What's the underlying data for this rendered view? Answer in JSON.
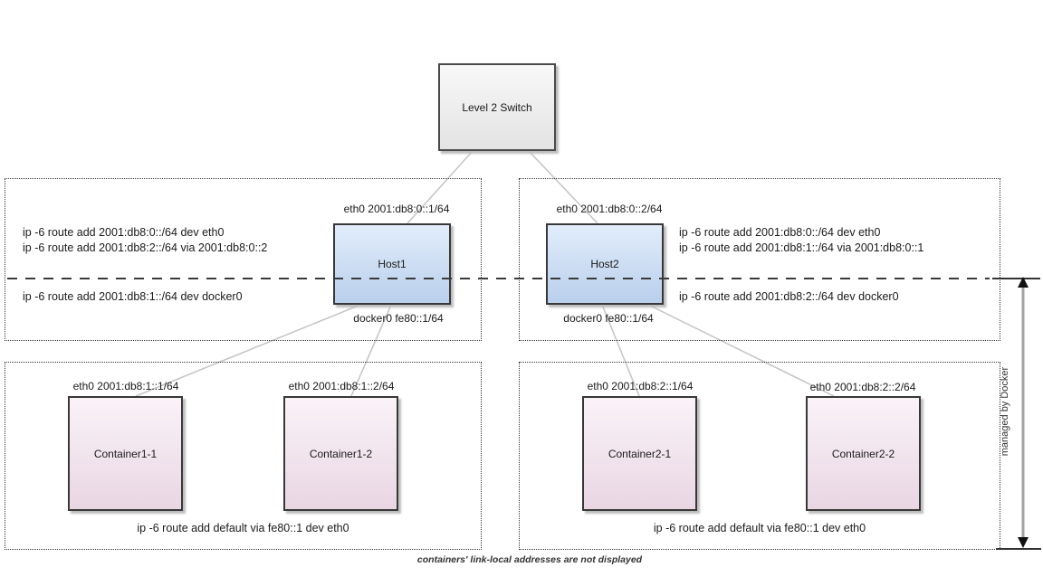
{
  "switch": {
    "label": "Level 2 Switch"
  },
  "hosts": [
    {
      "name": "Host1",
      "eth0": "eth0 2001:db8:0::1/64",
      "docker0": "docker0 fe80::1/64",
      "route_eth_1": "ip -6 route add 2001:db8:0::/64 dev eth0",
      "route_eth_2": "ip -6 route add 2001:db8:2::/64 via 2001:db8:0::2",
      "route_docker": "ip -6 route add 2001:db8:1::/64 dev docker0"
    },
    {
      "name": "Host2",
      "eth0": "eth0 2001:db8:0::2/64",
      "docker0": "docker0 fe80::1/64",
      "route_eth_1": "ip -6 route add 2001:db8:0::/64 dev eth0",
      "route_eth_2": "ip -6 route add 2001:db8:1::/64 via 2001:db8:0::1",
      "route_docker": "ip -6 route add 2001:db8:2::/64 dev docker0"
    }
  ],
  "containers": [
    {
      "name": "Container1-1",
      "eth0": "eth0 2001:db8:1::1/64"
    },
    {
      "name": "Container1-2",
      "eth0": "eth0 2001:db8:1::2/64"
    },
    {
      "name": "Container2-1",
      "eth0": "eth0 2001:db8:2::1/64"
    },
    {
      "name": "Container2-2",
      "eth0": "eth0 2001:db8:2::2/64"
    }
  ],
  "groups": [
    {
      "default_route": "ip -6 route add default via fe80::1 dev eth0"
    },
    {
      "default_route": "ip -6 route add default via fe80::1 dev eth0"
    }
  ],
  "annotations": {
    "managed_by": "managed by Docker",
    "caption": "containers' link-local addresses are not displayed"
  },
  "colors": {
    "host_fill_top": "#e2edfb",
    "host_fill_bottom": "#b9cfec",
    "container_fill_top": "#faf3f8",
    "container_fill_bottom": "#e9d6e3",
    "switch_fill_top": "#f8f8f8",
    "switch_fill_bottom": "#e3e3e3",
    "connector_line": "#c4c4c4",
    "dashed_line": "#3a3a3a",
    "border": "#383838"
  }
}
